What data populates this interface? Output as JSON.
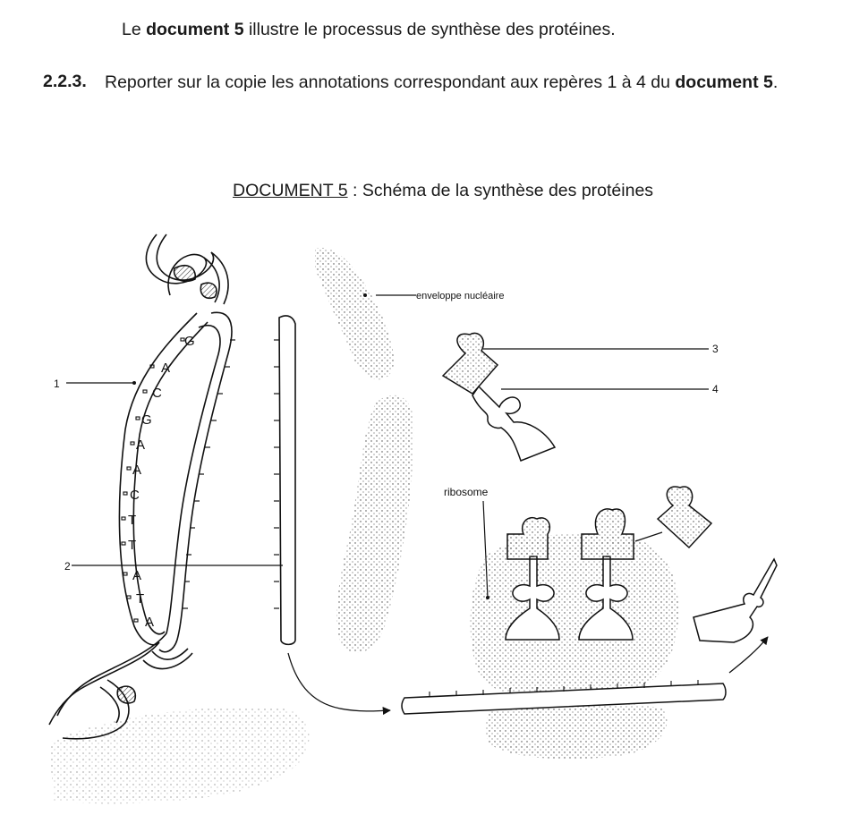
{
  "intro": {
    "pre": "Le ",
    "bold": "document 5",
    "post": " illustre le processus de synthèse des protéines."
  },
  "question": {
    "number": "2.2.3.",
    "text": "Reporter sur la copie les annotations correspondant aux repères 1 à 4 du ",
    "bold": "document 5",
    "end": "."
  },
  "document_title": {
    "label": "DOCUMENT 5",
    "sep": " : ",
    "text": "Schéma de la synthèse des protéines"
  },
  "diagram": {
    "labels": {
      "envelope": "enveloppe nucléaire",
      "ribosome": "ribosome",
      "m1": "1",
      "m2": "2",
      "m3": "3",
      "m4": "4"
    },
    "bases": [
      "G",
      "A",
      "C",
      "G",
      "A",
      "A",
      "C",
      "T",
      "T",
      "A",
      "T",
      "A"
    ]
  }
}
